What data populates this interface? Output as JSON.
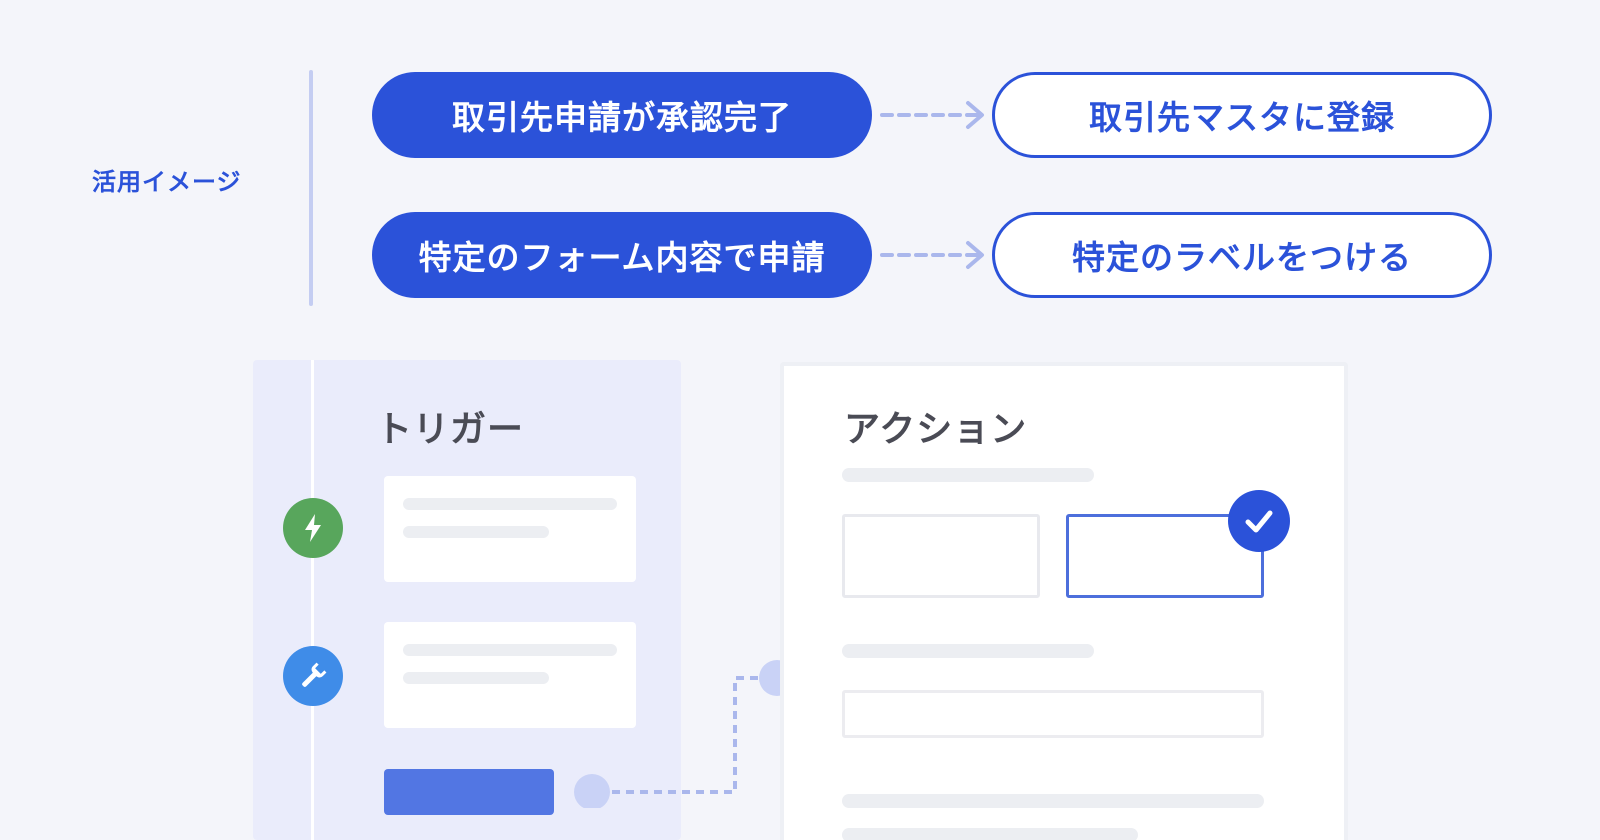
{
  "usage": {
    "label": "活用イメージ",
    "examples": [
      {
        "trigger": "取引先申請が承認完了",
        "action": "取引先マスタに登録"
      },
      {
        "trigger": "特定のフォーム内容で申請",
        "action": "特定のラベルをつける"
      }
    ]
  },
  "trigger_panel": {
    "title": "トリガー",
    "steps": [
      {
        "icon": "lightning-bolt-icon",
        "color": "#58a65c"
      },
      {
        "icon": "wrench-icon",
        "color": "#3f8ce8"
      }
    ]
  },
  "action_panel": {
    "title": "アクション",
    "selected_option": 2
  },
  "colors": {
    "accent": "#2b52d9",
    "background": "#f4f5fa",
    "trigger_panel_bg": "#eaecfb",
    "dashed_arrow": "#aab7ec"
  }
}
